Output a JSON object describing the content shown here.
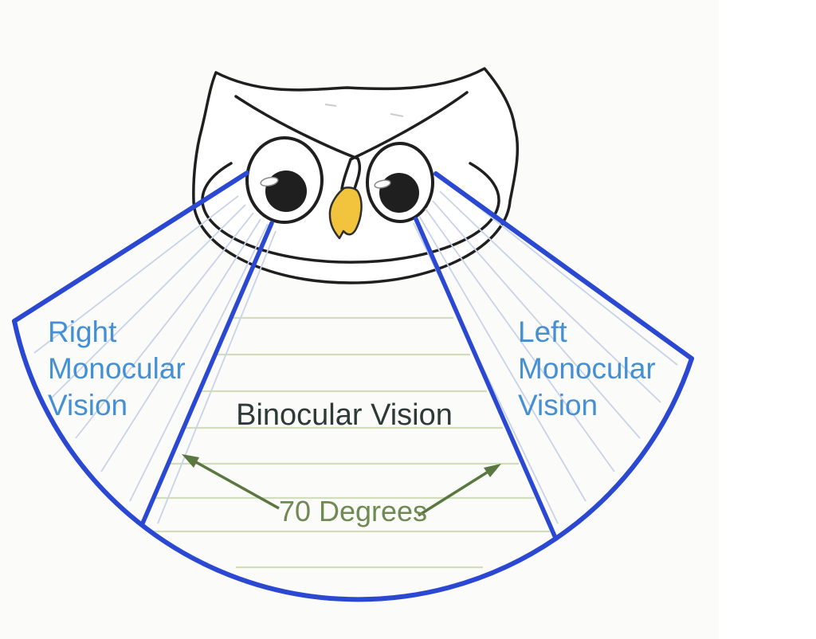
{
  "colors": {
    "field_outline_blue": "#2b48d3",
    "monocular_label_blue": "#4590d4",
    "binocular_label_dark": "#2e3a38",
    "degrees_text_olive": "#6f8a52",
    "degrees_arrow_olive": "#59773f",
    "grid_green": "#d2ddbc",
    "hatch_blue": "#c8d3e9",
    "beak_yellow": "#F2C33C",
    "outline_black": "#1f1f1f",
    "drawing_area_bg": "#fbfbf9"
  },
  "diagram": {
    "labels": {
      "right_monocular": [
        "Right",
        "Monocular",
        "Vision"
      ],
      "left_monocular": [
        "Left",
        "Monocular",
        "Vision"
      ],
      "binocular": "Binocular Vision",
      "degrees": "70 Degrees"
    }
  }
}
